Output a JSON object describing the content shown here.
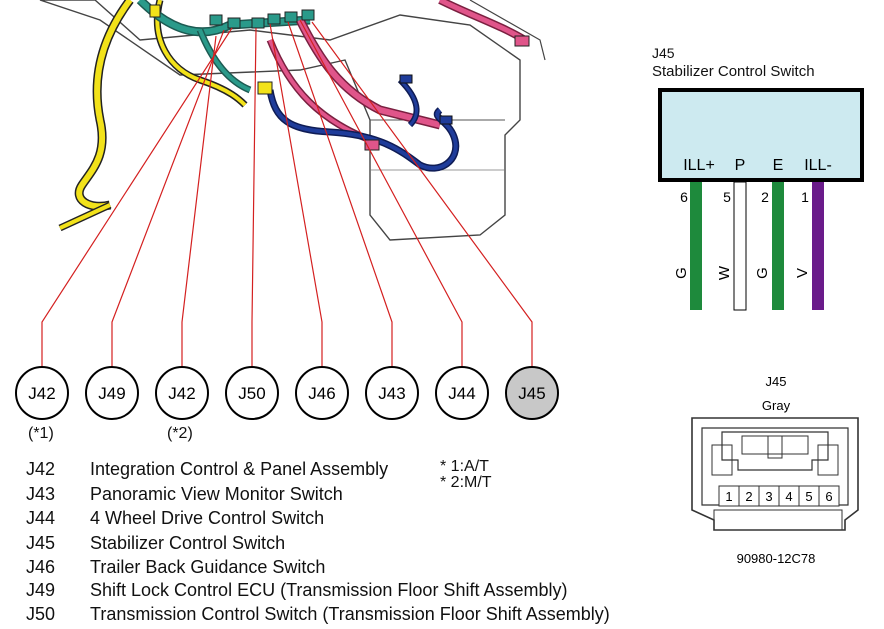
{
  "connectors": [
    {
      "id": "J42",
      "note": "(*1)",
      "gray": false
    },
    {
      "id": "J49",
      "note": "",
      "gray": false
    },
    {
      "id": "J42",
      "note": "(*2)",
      "gray": false
    },
    {
      "id": "J50",
      "note": "",
      "gray": false
    },
    {
      "id": "J46",
      "note": "",
      "gray": false
    },
    {
      "id": "J43",
      "note": "",
      "gray": false
    },
    {
      "id": "J44",
      "note": "",
      "gray": false
    },
    {
      "id": "J45",
      "note": "",
      "gray": true
    }
  ],
  "legend": [
    {
      "code": "J42",
      "desc": "Integration Control & Panel Assembly"
    },
    {
      "code": "J43",
      "desc": "Panoramic View Monitor Switch"
    },
    {
      "code": "J44",
      "desc": "4 Wheel Drive Control Switch"
    },
    {
      "code": "J45",
      "desc": "Stabilizer Control Switch"
    },
    {
      "code": "J46",
      "desc": "Trailer Back Guidance Switch"
    },
    {
      "code": "J49",
      "desc": "Shift Lock Control ECU (Transmission Floor Shift Assembly)"
    },
    {
      "code": "J50",
      "desc": "Transmission Control Switch (Transmission Floor Shift Assembly)"
    }
  ],
  "notes": [
    "* 1:A/T",
    "* 2:M/T"
  ],
  "switch": {
    "code": "J45",
    "name": "Stabilizer Control Switch",
    "terminals": [
      {
        "label": "ILL+",
        "pin": "6",
        "wire": "G",
        "color": "#1e8a3c"
      },
      {
        "label": "P",
        "pin": "5",
        "wire": "W",
        "color": "#ffffff"
      },
      {
        "label": "E",
        "pin": "2",
        "wire": "G",
        "color": "#1e8a3c"
      },
      {
        "label": "ILL-",
        "pin": "1",
        "wire": "V",
        "color": "#6a1b8a"
      }
    ]
  },
  "connector_view": {
    "code": "J45",
    "color_name": "Gray",
    "pins": [
      "1",
      "2",
      "3",
      "4",
      "5",
      "6"
    ],
    "part_number": "90980-12C78"
  },
  "colors": {
    "leader": "#d42020",
    "harness_pink": "#e0558a",
    "harness_teal": "#2a9a8a",
    "harness_yellow": "#f2e21a",
    "harness_blue": "#1f3c9a",
    "switch_face": "#cdeaf0",
    "gray_connector": "#c8c8c8"
  }
}
